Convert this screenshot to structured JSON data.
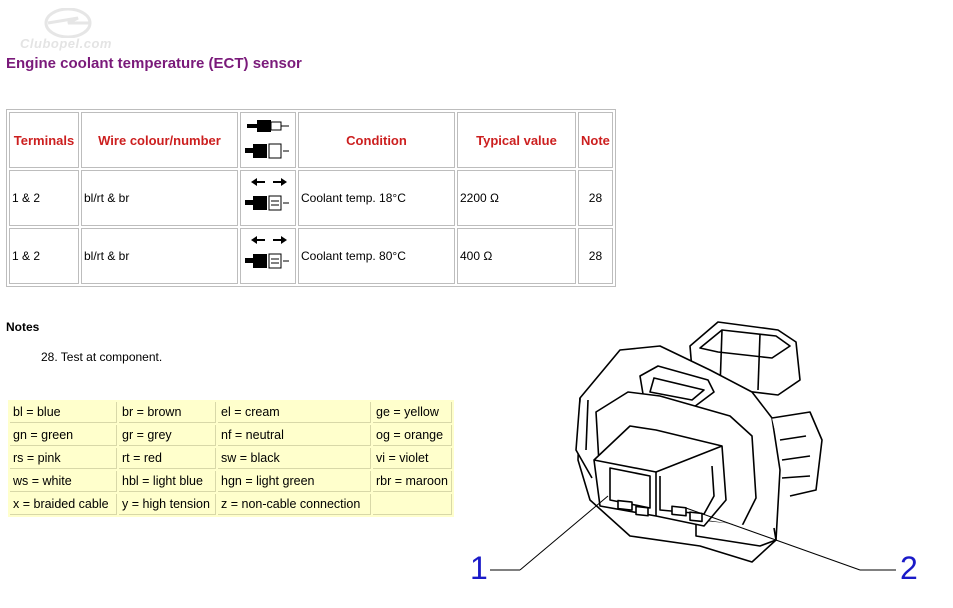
{
  "logo": {
    "text": "Clubopel.com"
  },
  "page": {
    "title": "Engine coolant temperature (ECT) sensor"
  },
  "table": {
    "headers": {
      "terminals": "Terminals",
      "wire": "Wire colour/number",
      "condition": "Condition",
      "typical": "Typical value",
      "note": "Note"
    },
    "rows": [
      {
        "terminals": "1 & 2",
        "wire": "bl/rt & br",
        "condition": "Coolant temp. 18°C",
        "typical": "2200 Ω",
        "note": "28"
      },
      {
        "terminals": "1 & 2",
        "wire": "bl/rt & br",
        "condition": "Coolant temp. 80°C",
        "typical": "400 Ω",
        "note": "28"
      }
    ]
  },
  "notes": {
    "heading": "Notes",
    "items": [
      "28. Test at component."
    ]
  },
  "legend": {
    "rows": [
      [
        "bl = blue",
        "br = brown",
        "el = cream",
        "ge = yellow"
      ],
      [
        "gn = green",
        "gr = grey",
        "nf = neutral",
        "og = orange"
      ],
      [
        "rs = pink",
        "rt = red",
        "sw = black",
        "vi = violet"
      ],
      [
        "ws = white",
        "hbl = light blue",
        "hgn = light green",
        "rbr = maroon"
      ],
      [
        "x = braided cable",
        "y = high tension",
        "z = non-cable connection",
        ""
      ]
    ]
  },
  "diagram": {
    "callout_1": "1",
    "callout_2": "2"
  },
  "colors": {
    "title": "#7a1a7a",
    "header": "#cc1f1f",
    "legend_bg": "#ffffcc",
    "callout": "#1a1ac8"
  }
}
